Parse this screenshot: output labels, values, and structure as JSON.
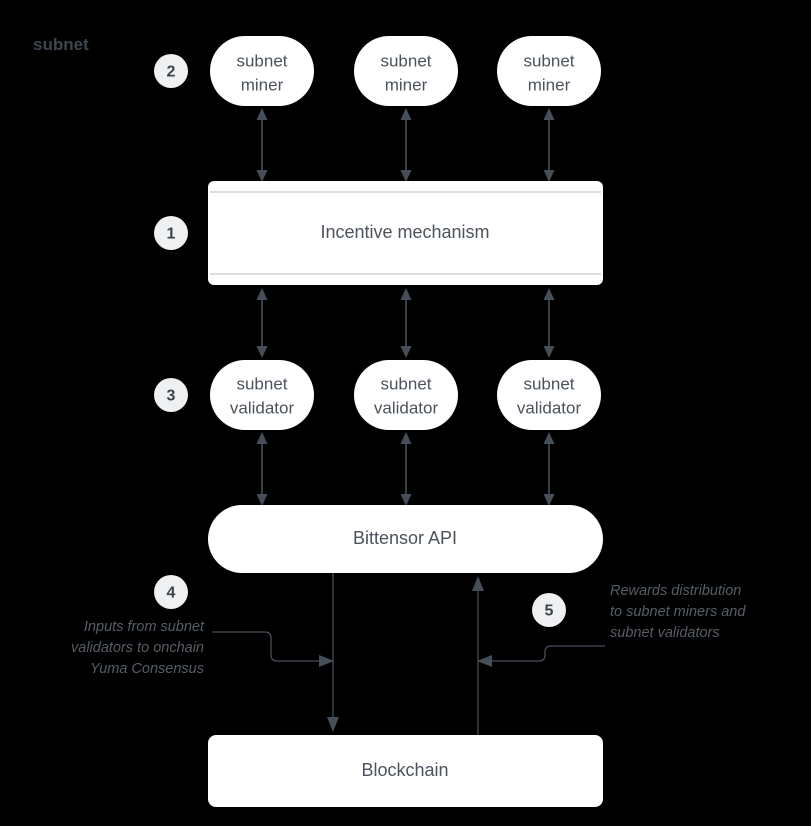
{
  "diagram": {
    "title": "subnet",
    "background_color": "#000000",
    "node_fill": "#ffffff",
    "text_color": "#4c535c",
    "badge_fill": "#eff0f2",
    "connector_color": "#454e59",
    "badges": [
      {
        "id": "badge-1",
        "number": "1"
      },
      {
        "id": "badge-2",
        "number": "2"
      },
      {
        "id": "badge-3",
        "number": "3"
      },
      {
        "id": "badge-4",
        "number": "4"
      },
      {
        "id": "badge-5",
        "number": "5"
      }
    ],
    "miners": [
      {
        "line1": "subnet",
        "line2": "miner"
      },
      {
        "line1": "subnet",
        "line2": "miner"
      },
      {
        "line1": "subnet",
        "line2": "miner"
      }
    ],
    "validators": [
      {
        "line1": "subnet",
        "line2": "validator"
      },
      {
        "line1": "subnet",
        "line2": "validator"
      },
      {
        "line1": "subnet",
        "line2": "validator"
      }
    ],
    "incentive_mechanism": {
      "label": "Incentive mechanism"
    },
    "bittensor_api": {
      "label": "Bittensor API"
    },
    "blockchain": {
      "label": "Blockchain"
    },
    "annotation_left": {
      "lines": [
        "Inputs from subnet",
        "validators to onchain",
        "Yuma Consensus"
      ]
    },
    "annotation_right": {
      "lines": [
        "Rewards distribution",
        "to subnet miners and",
        "subnet validators"
      ]
    }
  }
}
